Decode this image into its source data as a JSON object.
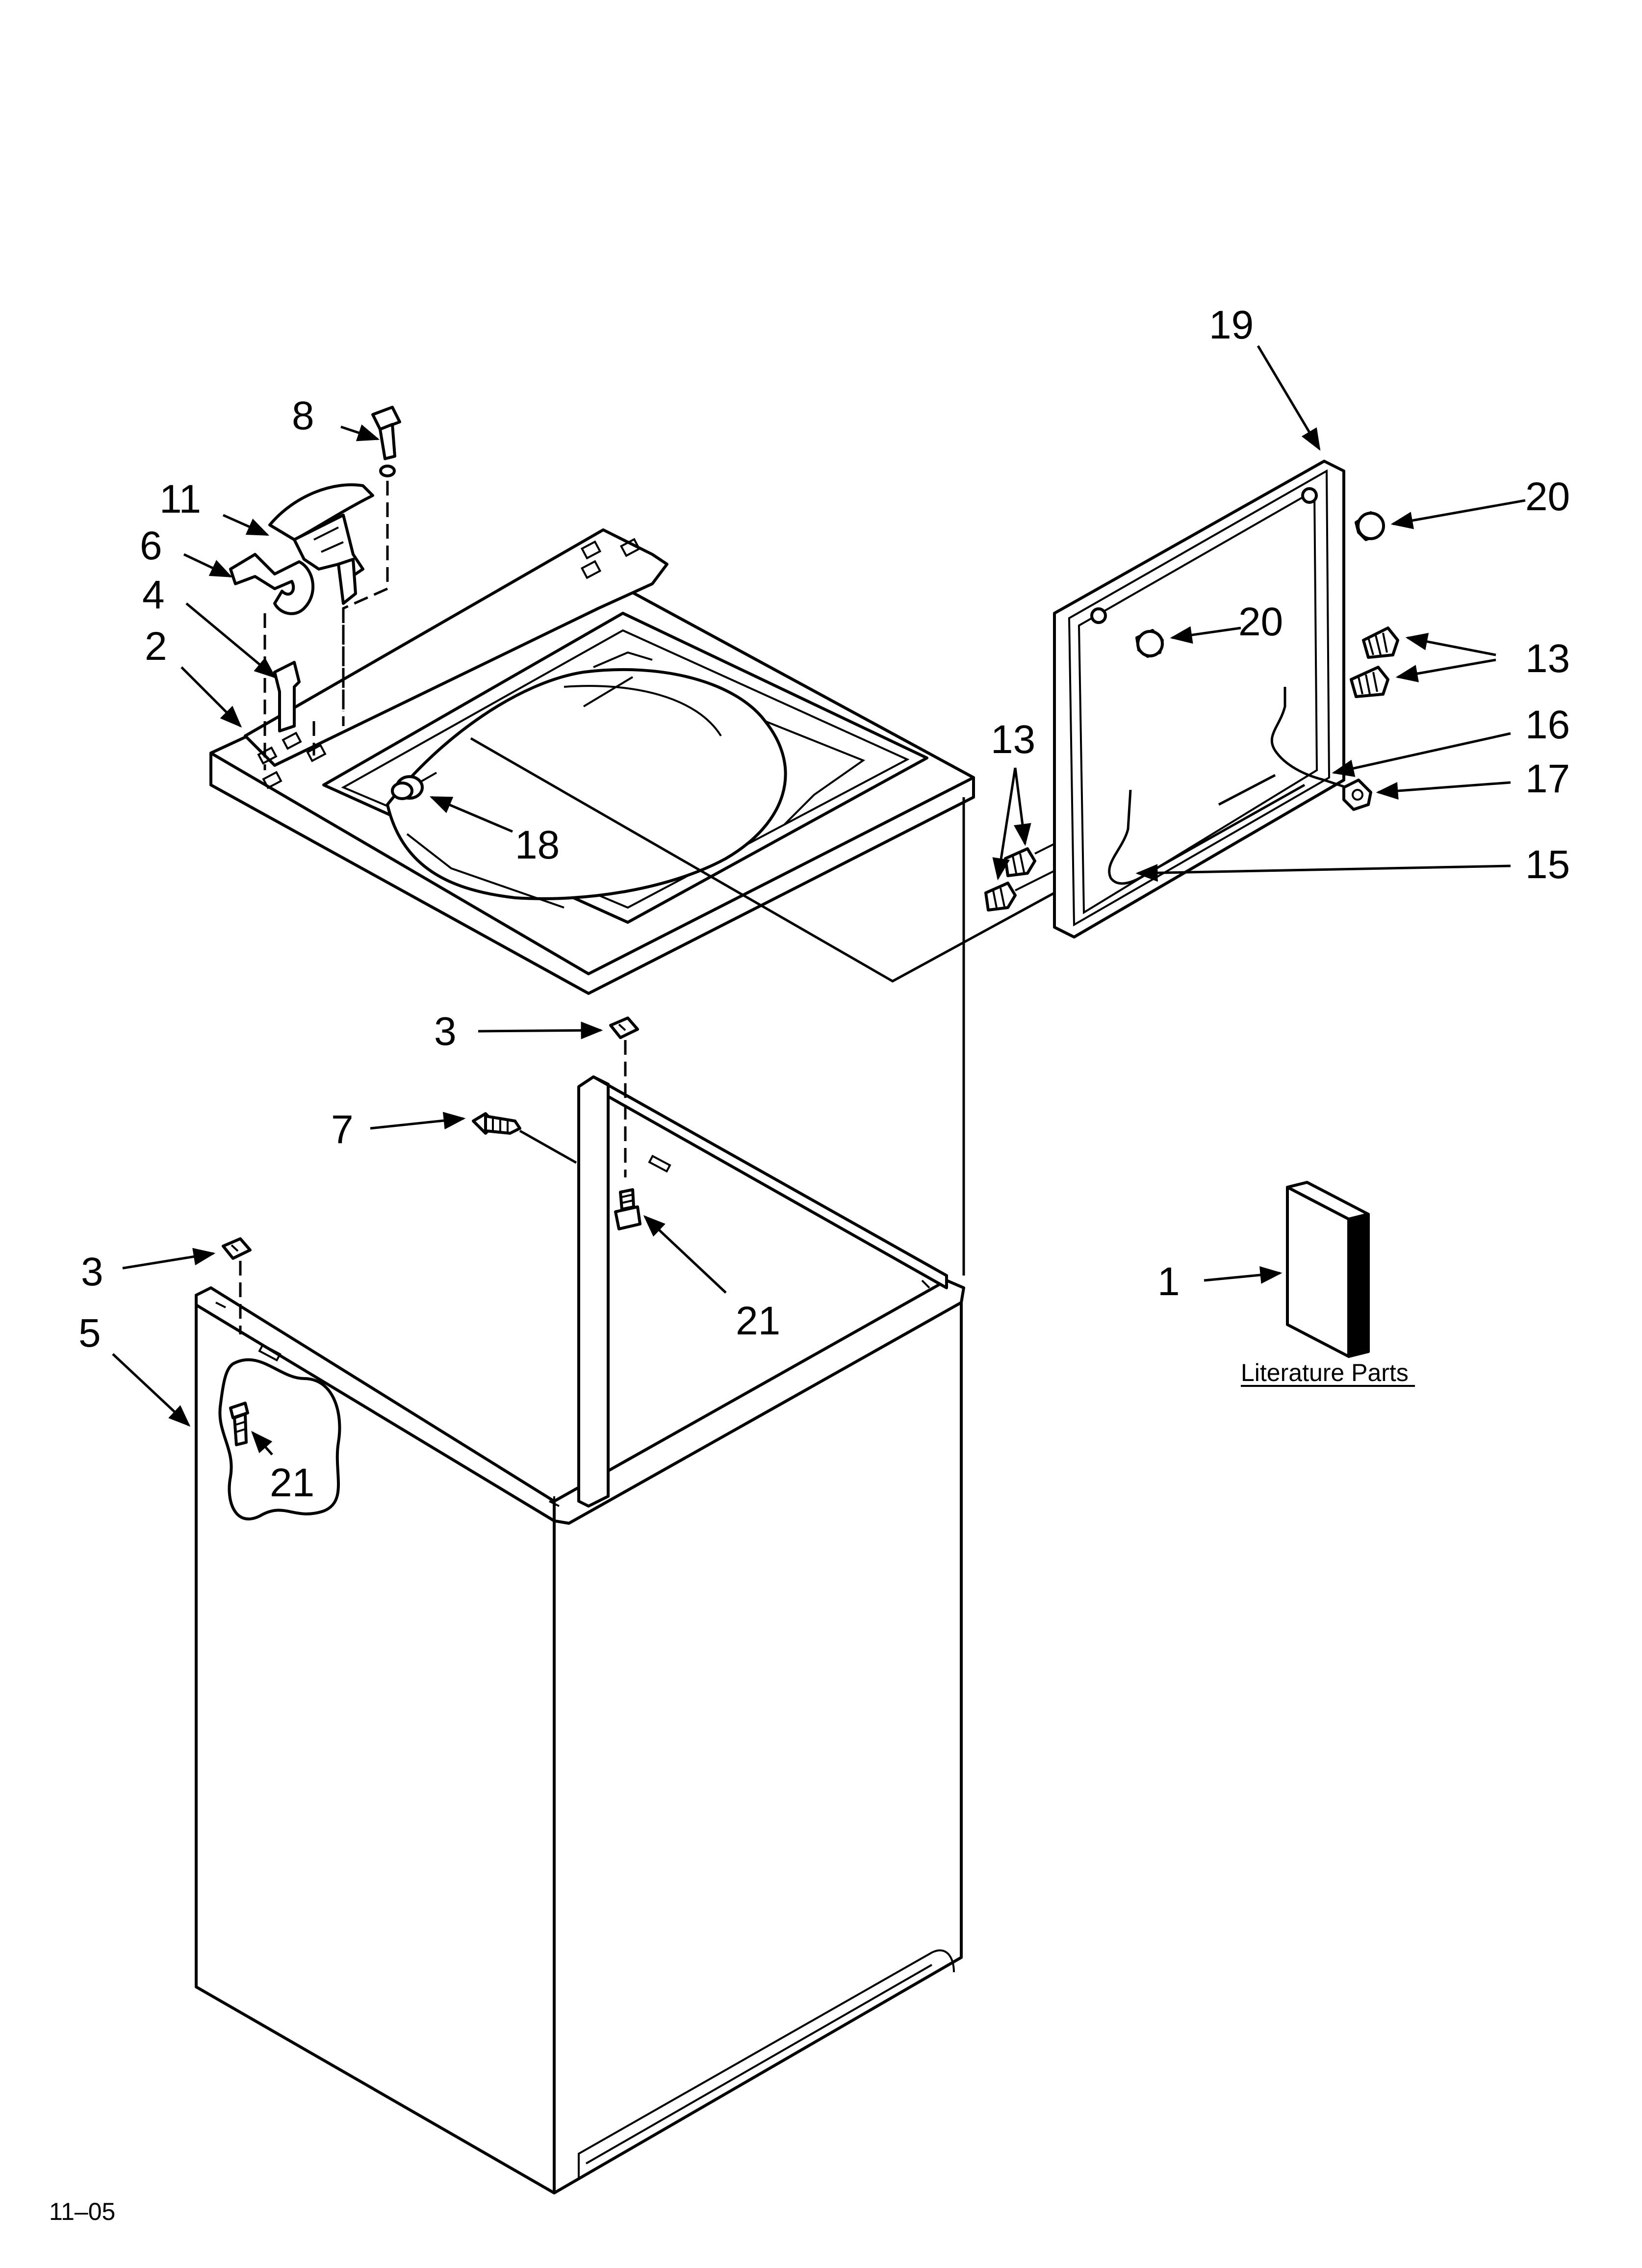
{
  "callouts": {
    "c1": "1",
    "c2": "2",
    "c3a": "3",
    "c3b": "3",
    "c4": "4",
    "c5": "5",
    "c6": "6",
    "c7": "7",
    "c8": "8",
    "c11": "11",
    "c13a": "13",
    "c13b": "13",
    "c15": "15",
    "c16": "16",
    "c17": "17",
    "c18": "18",
    "c19": "19",
    "c20a": "20",
    "c20b": "20",
    "c21a": "21",
    "c21b": "21"
  },
  "literature_label": "Literature Parts",
  "page_code": "11–05",
  "colors": {
    "ink": "#000000",
    "paper": "#ffffff"
  }
}
